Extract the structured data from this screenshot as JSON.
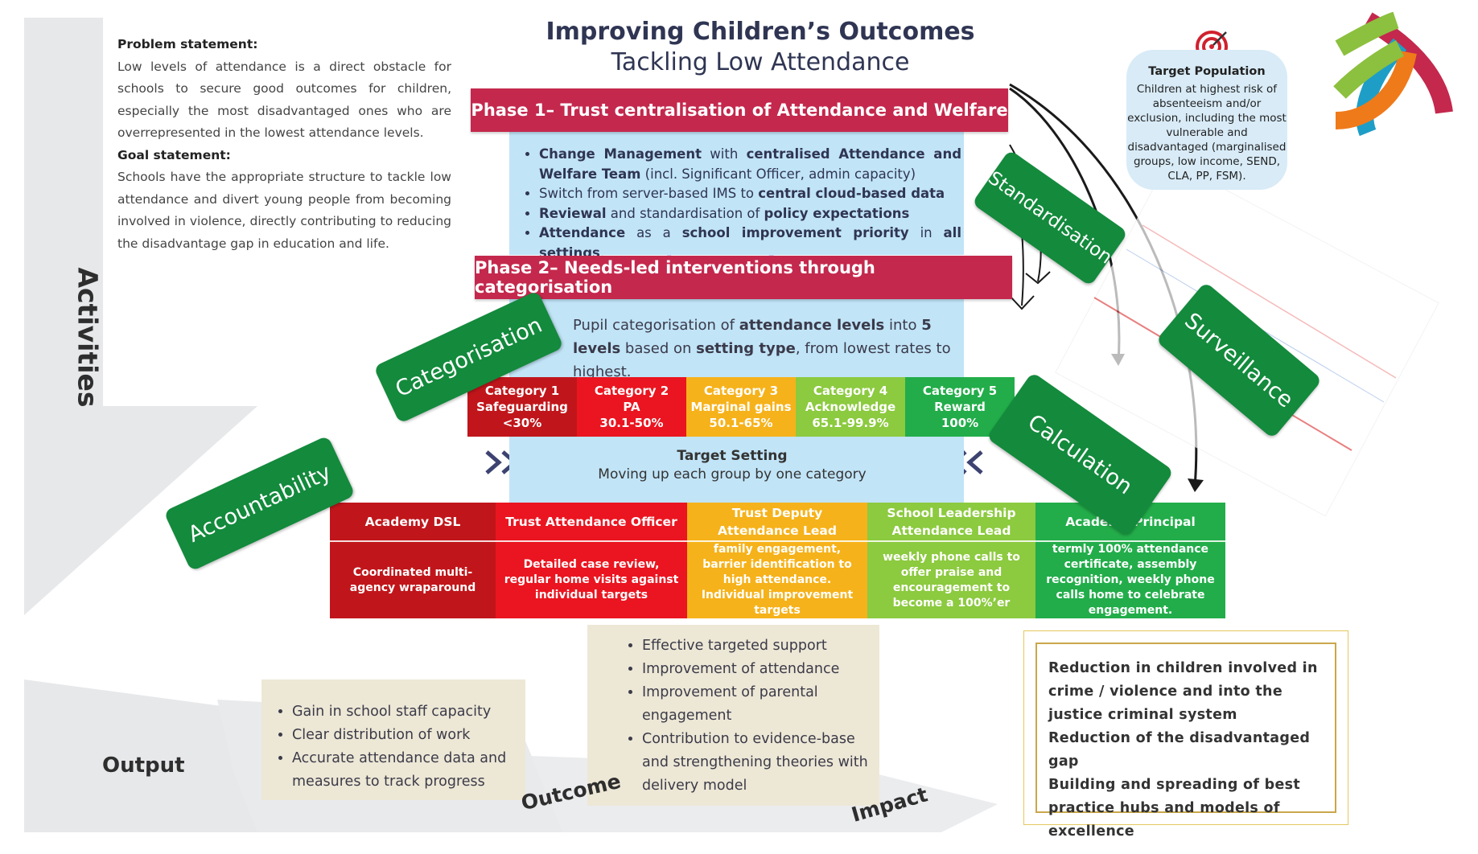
{
  "title": {
    "main": "Improving Children’s Outcomes",
    "sub": "Tackling Low Attendance"
  },
  "problem": {
    "heading": "Problem statement:",
    "text": "Low levels of attendance is a direct obstacle for schools to secure good outcomes for children, especially the most disadvantaged ones who are overrepresented in the lowest attendance levels.",
    "goal_heading": "Goal statement:",
    "goal_text": "Schools have the appropriate structure to tackle low attendance and divert young people from becoming involved in violence, directly contributing to reducing the disadvantage gap in education and life."
  },
  "phase1": {
    "title": "Phase 1– Trust centralisation of Attendance and Welfare",
    "items": [
      "Change Management with centralised Attendance and Welfare Team (incl. Significant Officer, admin capacity)",
      "Switch from server-based IMS to central cloud-based data",
      "Reviewal and standardisation of policy expectations",
      "Attendance as a school improvement priority in all settings."
    ]
  },
  "phase2": {
    "title": "Phase 2–  Needs-led  interventions through categorisation",
    "text": "Pupil categorisation of attendance levels into 5 levels based on setting type, from lowest rates to highest."
  },
  "categories": [
    {
      "name": "Category 1",
      "label": "Safeguarding",
      "range": "<30%",
      "color": "#c0161b"
    },
    {
      "name": "Category 2",
      "label": "PA",
      "range": "30.1-50%",
      "color": "#ea1520"
    },
    {
      "name": "Category 3",
      "label": "Marginal gains",
      "range": "50.1-65%",
      "color": "#f6b21a"
    },
    {
      "name": "Category 4",
      "label": "Acknowledge",
      "range": "65.1-99.9%",
      "color": "#8cca3f"
    },
    {
      "name": "Category 5",
      "label": "Reward",
      "range": "100%",
      "color": "#22ad4a"
    }
  ],
  "target_setting": {
    "title": "Target Setting",
    "text": "Moving up each group by one category"
  },
  "roles": [
    {
      "head": "Academy DSL",
      "body": "Coordinated multi-agency wraparound",
      "color": "#c0161b"
    },
    {
      "head": "Trust Attendance Officer",
      "body": "Detailed case review, regular home visits against individual targets",
      "color": "#ea1520"
    },
    {
      "head": "Trust Deputy Attendance Lead",
      "body": "family engagement, barrier identification to high attendance. Individual improvement targets",
      "color": "#f6b21a"
    },
    {
      "head": "School Leadership Attendance Lead",
      "body": "weekly phone calls to offer praise and encouragement to become a 100%’er",
      "color": "#8cca3f"
    },
    {
      "head": "Academy Principal",
      "body": "termly 100% attendance certificate, assembly recognition, weekly phone calls home to celebrate engagement.",
      "color": "#22ad4a"
    }
  ],
  "pills": {
    "categorisation": "Categorisation",
    "accountability": "Accountability",
    "standardisation": "Standardisation",
    "surveillance": "Surveillance",
    "calculation": "Calculation"
  },
  "target_population": {
    "title": "Target Population",
    "text": "Children at highest risk of absenteeism and/or exclusion, including the most vulnerable and disadvantaged (marginalised groups, low income, SEND, CLA, PP, FSM)."
  },
  "labels": {
    "activities": "Activities",
    "output": "Output",
    "outcome": "Outcome",
    "impact": "Impact"
  },
  "output_items": [
    "Gain in school staff capacity",
    "Clear distribution of work",
    "Accurate attendance data and measures to track progress"
  ],
  "outcome_items": [
    "Effective targeted support",
    "Improvement of attendance",
    "Improvement of parental engagement",
    "Contribution to evidence-base and strengthening theories with delivery model"
  ],
  "impact_items": [
    "Reduction in children involved in crime / violence and into the justice criminal system",
    "Reduction of the disadvantaged gap",
    "Building and spreading of best practice hubs and models of excellence"
  ],
  "colors": {
    "phase": "#c4284d",
    "pill": "#138a3c",
    "panel": "#c1e4f7",
    "title": "#2f3553"
  }
}
